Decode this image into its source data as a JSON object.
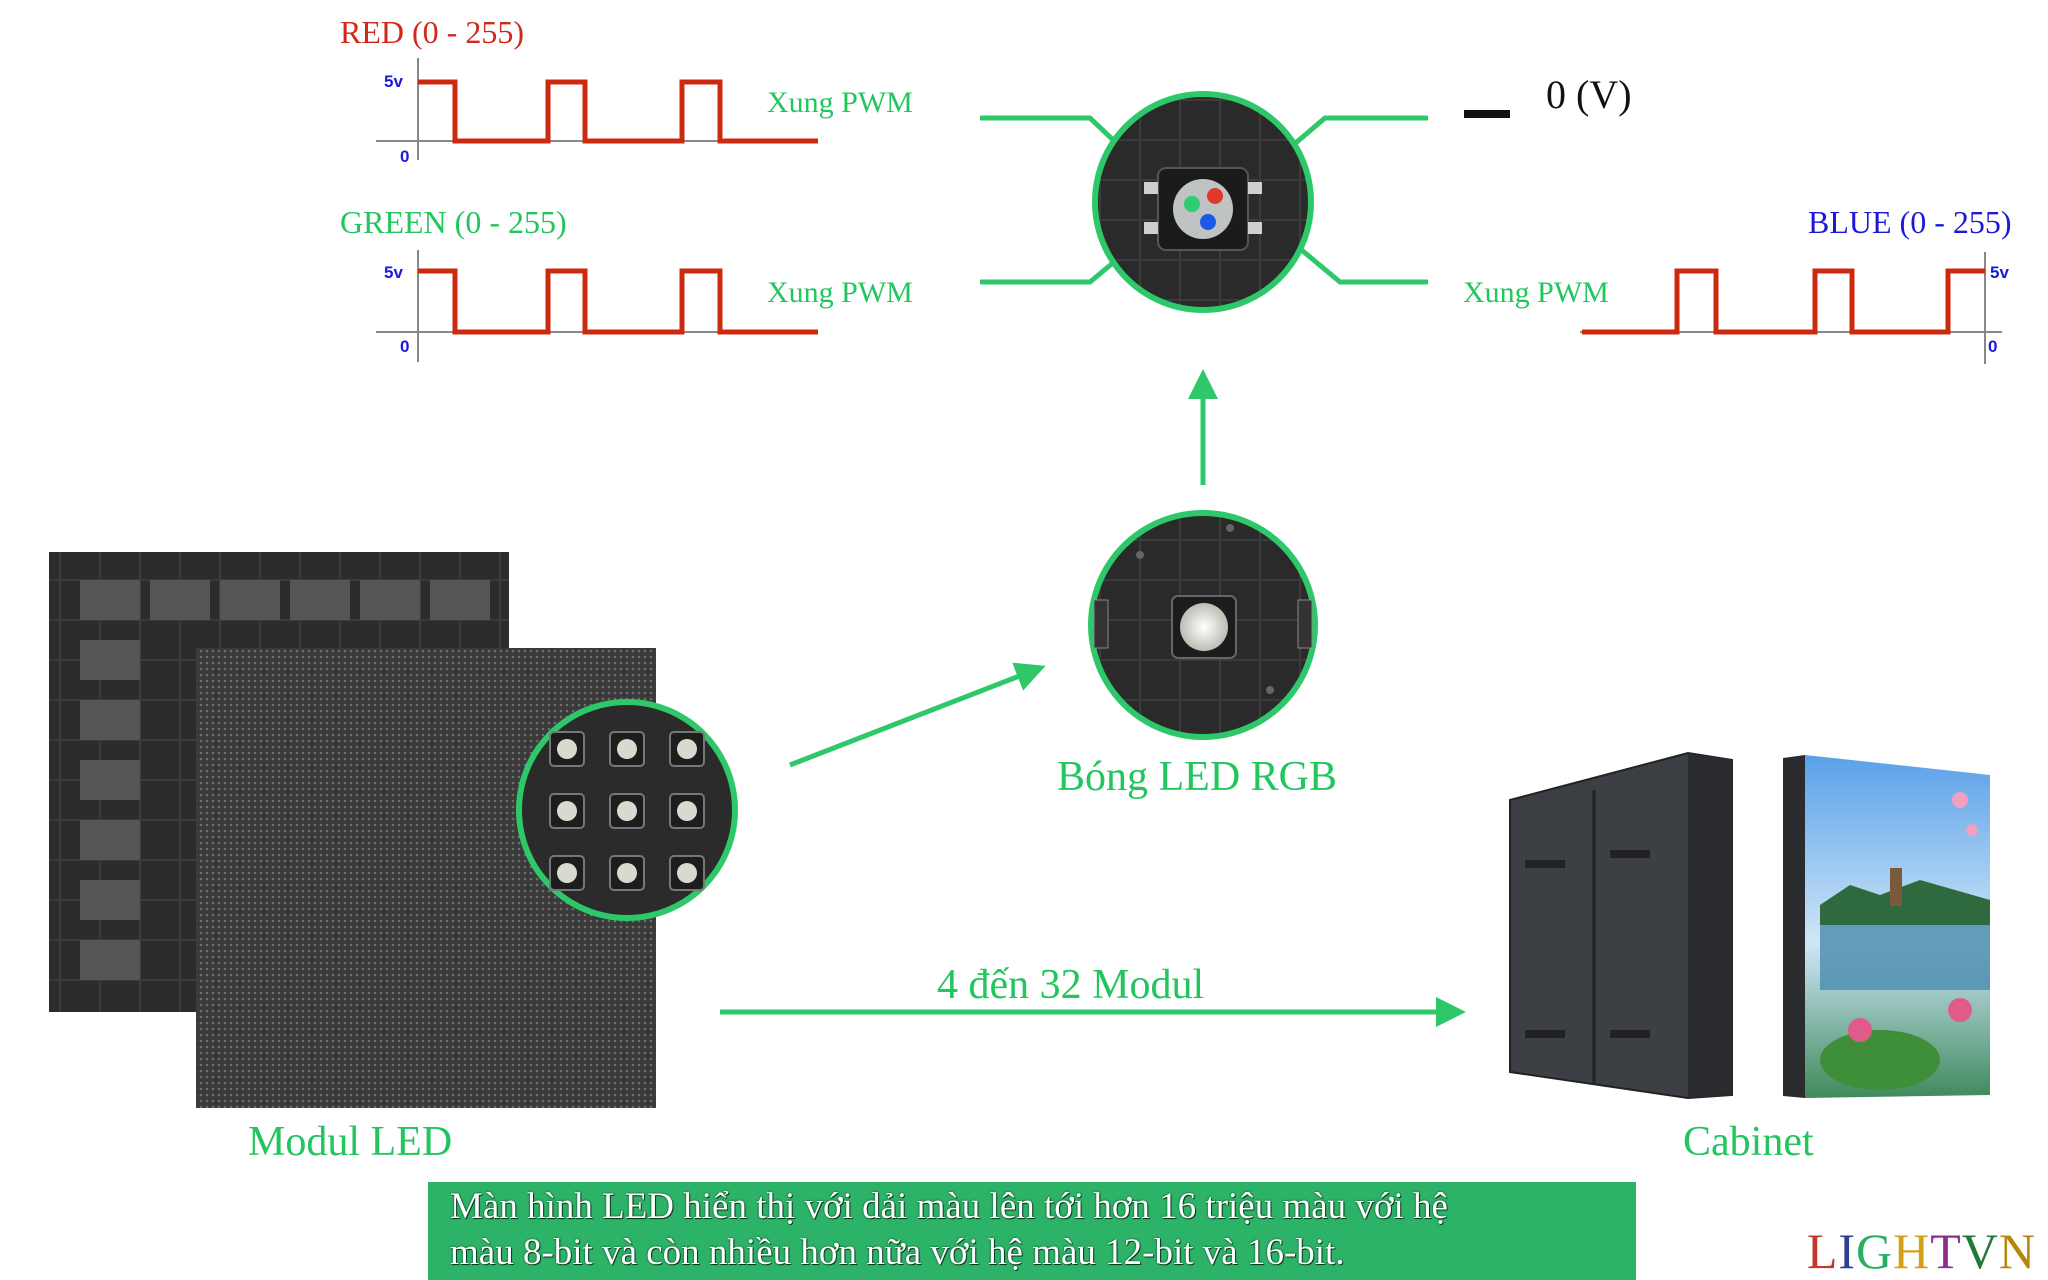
{
  "colors": {
    "accent_green": "#2ec86a",
    "label_green": "#22c55e",
    "red": "#d0281a",
    "blue": "#1a1ad8",
    "wave": "#cc2a10",
    "caption_bg": "#2db368"
  },
  "pwm": {
    "red_title": "RED (0 - 255)",
    "green_title": "GREEN (0 - 255)",
    "blue_title": "BLUE (0 - 255)",
    "pulse_label": "Xung PWM",
    "high_tick": "5v",
    "low_tick": "0"
  },
  "ground": {
    "minus": "–",
    "label": "0 (V)"
  },
  "labels": {
    "rgb_led": "Bóng LED RGB",
    "module_led": "Modul LED",
    "module_count": "4 đến 32 Modul",
    "cabinet": "Cabinet"
  },
  "caption": {
    "line1": "Màn hình LED hiển thị với dải màu lên tới hơn 16 triệu màu với hệ",
    "line2": "màu 8-bit và còn nhiều hơn nữa với hệ màu 12-bit và 16-bit."
  },
  "brand": {
    "letters": [
      "L",
      "I",
      "G",
      "H",
      "T",
      "V",
      "N"
    ],
    "colors": [
      "#c0392b",
      "#2c3e8f",
      "#27ae60",
      "#d4a017",
      "#8e2d8e",
      "#1f7a3a",
      "#b8860b"
    ]
  }
}
